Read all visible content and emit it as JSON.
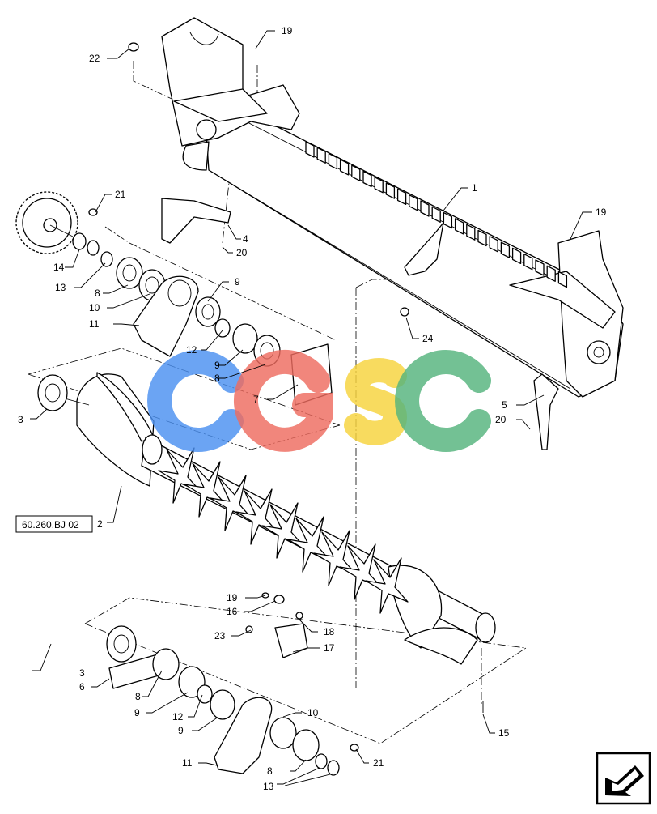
{
  "diagram": {
    "callouts": [
      "1",
      "2",
      "3",
      "4",
      "5",
      "6",
      "7",
      "8",
      "9",
      "10",
      "11",
      "12",
      "13",
      "14",
      "15",
      "16",
      "17",
      "18",
      "19",
      "20",
      "21",
      "22",
      "23",
      "24"
    ],
    "reference_box": "60.260.BJ 02",
    "watermark": {
      "letters": [
        "C",
        "G",
        "S",
        "C"
      ],
      "colors": [
        "#4a90f0",
        "#ee6b5f",
        "#f7d33c",
        "#54b37c"
      ]
    },
    "nav_icon": "arrow-back-icon"
  }
}
